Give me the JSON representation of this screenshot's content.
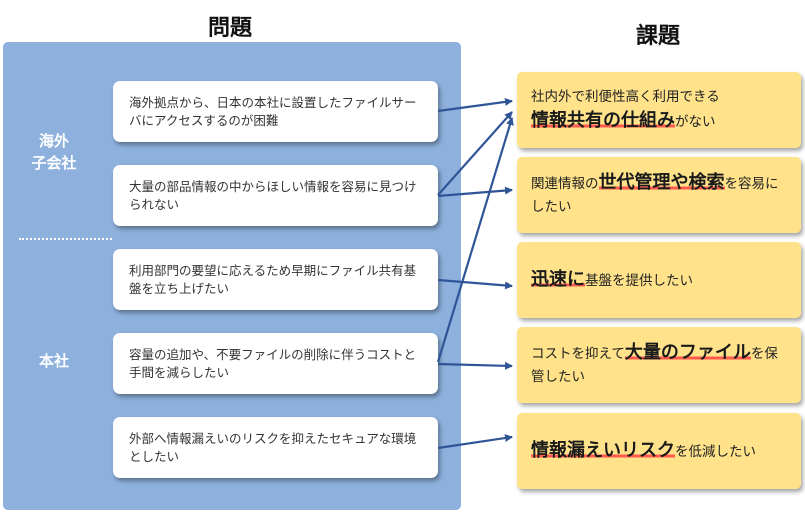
{
  "headings": {
    "problems": "問題",
    "issues": "課題"
  },
  "groups": {
    "overseas": "海外\n子会社",
    "hq": "本社"
  },
  "problems": [
    "海外拠点から、日本の本社に設置したファイルサーバにアクセスするのが困難",
    "大量の部品情報の中からほしい情報を容易に見つけられない",
    "利用部門の要望に応えるため早期にファイル共有基盤を立ち上げたい",
    "容量の追加や、不要ファイルの削除に伴うコストと手間を減らしたい",
    "外部へ情報漏えいのリスクを抑えたセキュアな環境としたい"
  ],
  "issues": [
    {
      "pre": "社内外で利便性高く利用できる",
      "em": "情報共有の仕組み",
      "post": "がない"
    },
    {
      "pre": "関連情報の",
      "em": "世代管理や検索",
      "post": "を容易にしたい"
    },
    {
      "pre": "",
      "em": "迅速に",
      "post": "基盤を提供したい"
    },
    {
      "pre": "コストを抑えて",
      "em": "大量のファイル",
      "post": "を保管したい"
    },
    {
      "pre": "",
      "em": "情報漏えいリスク",
      "post": "を低減したい"
    }
  ],
  "colors": {
    "panel": "#8db0dc",
    "issue_bg": "#ffe28a",
    "highlight": "#ff5a4e",
    "arrow": "#2f5597"
  }
}
